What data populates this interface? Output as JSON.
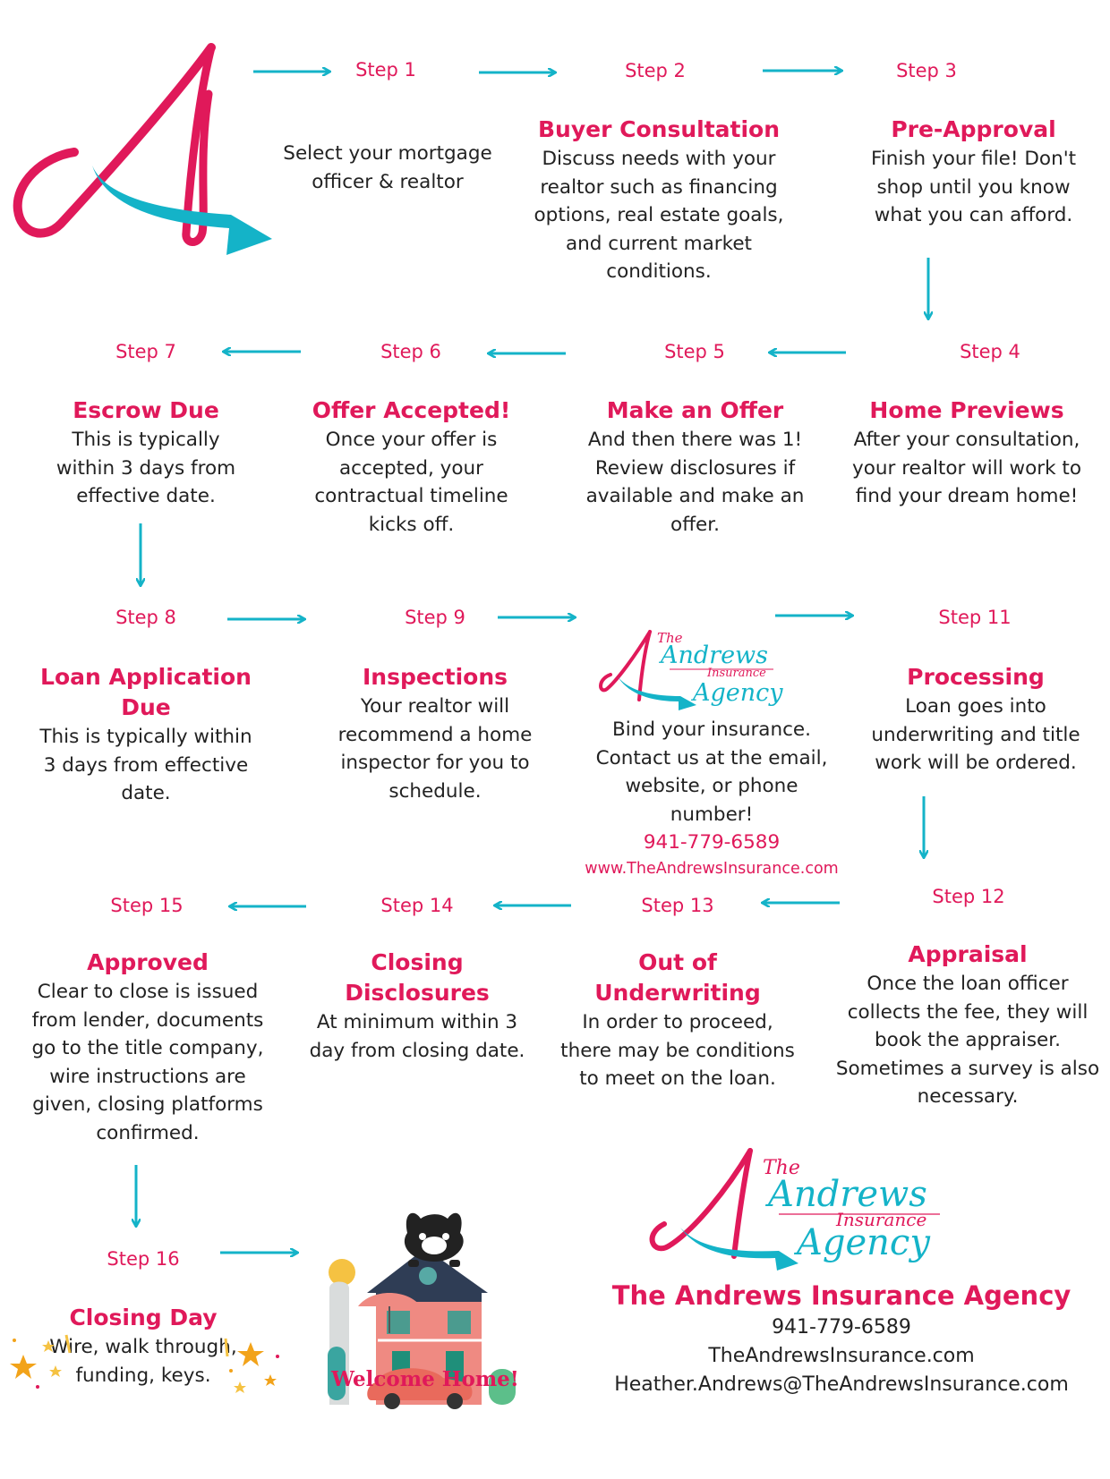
{
  "colors": {
    "pink": "#e0195a",
    "teal": "#14b3c8"
  },
  "steps": [
    {
      "label": "Step 1",
      "title": "",
      "desc": "Select your mortgage officer & realtor"
    },
    {
      "label": "Step 2",
      "title": "Buyer Consultation",
      "desc": "Discuss needs with your realtor such as financing options, real estate goals, and current market conditions."
    },
    {
      "label": "Step 3",
      "title": "Pre-Approval",
      "desc": "Finish your file! Don't shop until you know what you can afford."
    },
    {
      "label": "Step 4",
      "title": "Home Previews",
      "desc": "After your consultation, your realtor will work to find your dream home!"
    },
    {
      "label": "Step 5",
      "title": "Make an Offer",
      "desc": "And then there was 1! Review disclosures if available and make an offer."
    },
    {
      "label": "Step 6",
      "title": "Offer Accepted!",
      "desc": "Once your offer is accepted, your contractual timeline kicks off."
    },
    {
      "label": "Step 7",
      "title": "Escrow Due",
      "desc": "This is typically within 3 days from effective date."
    },
    {
      "label": "Step 8",
      "title": "Loan Application Due",
      "desc": "This is typically within 3 days from effective date."
    },
    {
      "label": "Step 9",
      "title": "Inspections",
      "desc": "Your realtor will recommend a home inspector for you to schedule."
    },
    {
      "label": "",
      "title": "",
      "desc": "Bind your insurance. Contact us at the email, website, or phone number!",
      "phone": "941-779-6589",
      "website": "www.TheAndrewsInsurance.com"
    },
    {
      "label": "Step 11",
      "title": "Processing",
      "desc": "Loan goes into underwriting and title work will be ordered."
    },
    {
      "label": "Step 12",
      "title": "Appraisal",
      "desc": "Once the loan officer collects the fee, they will book the appraiser. Sometimes a survey is also necessary."
    },
    {
      "label": "Step 13",
      "title": "Out of Underwriting",
      "desc": "In order to proceed, there may be conditions to meet on the loan."
    },
    {
      "label": "Step 14",
      "title": "Closing Disclosures",
      "desc": "At minimum within 3 day from closing date."
    },
    {
      "label": "Step 15",
      "title": "Approved",
      "desc": "Clear to close is issued from lender, documents go to the title company, wire instructions are given, closing platforms confirmed."
    },
    {
      "label": "Step 16",
      "title": "Closing Day",
      "desc": "Wire, walk through, funding, keys."
    }
  ],
  "logo_small": {
    "the": "The",
    "andrews": "Andrews",
    "insurance": "Insurance",
    "agency": "Agency"
  },
  "welcome": "Welcome Home!",
  "footer": {
    "name": "The Andrews Insurance Agency",
    "phone": "941-779-6589",
    "website": "TheAndrewsInsurance.com",
    "email": "Heather.Andrews@TheAndrewsInsurance.com"
  }
}
